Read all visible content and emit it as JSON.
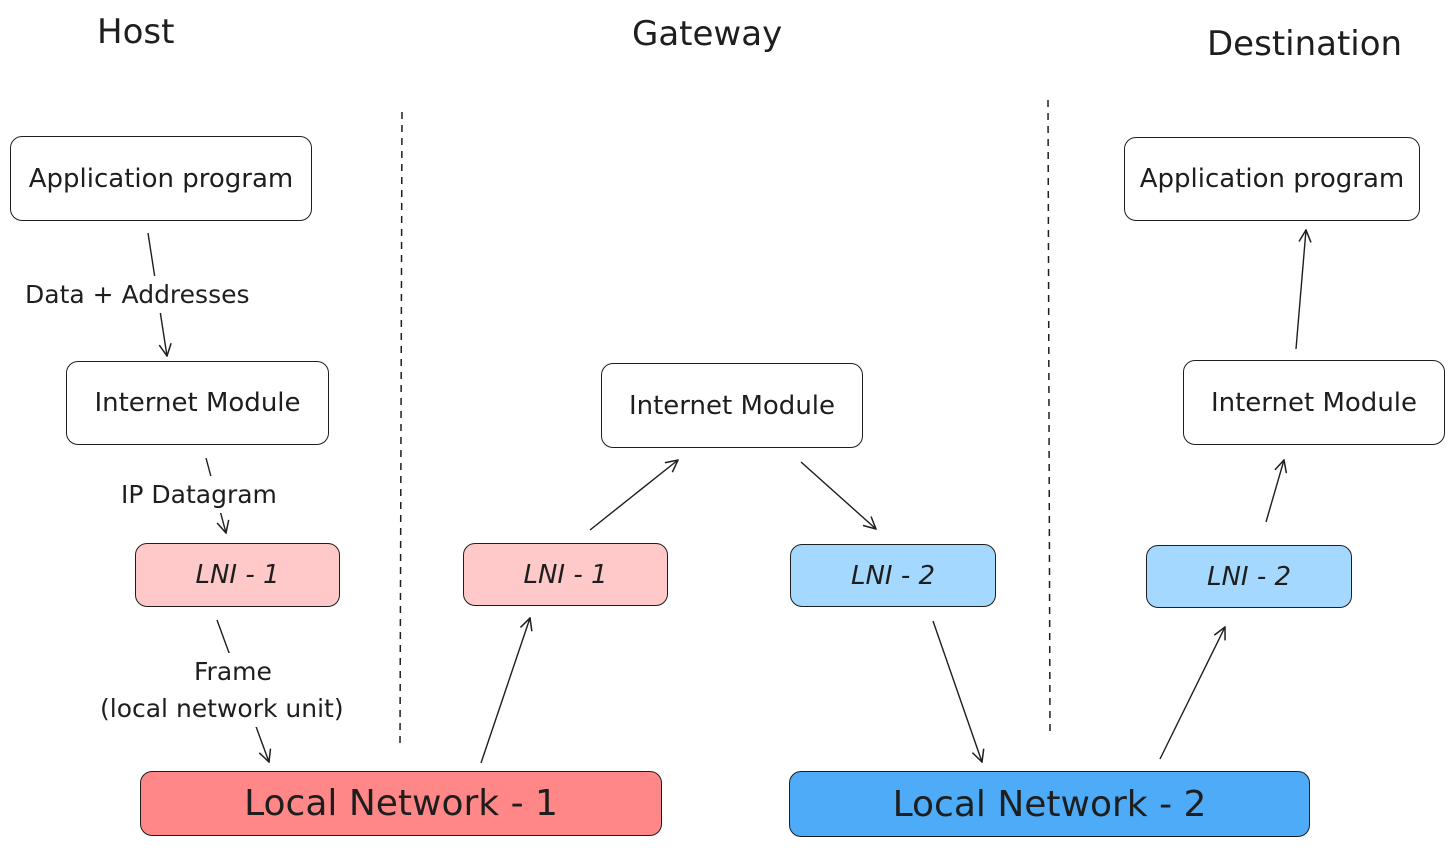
{
  "columns": {
    "host": "Host",
    "gateway": "Gateway",
    "destination": "Destination"
  },
  "host": {
    "app": "Application program",
    "module": "Internet Module",
    "lni": "LNI - 1",
    "edge_app_module": "Data + Addresses",
    "edge_module_lni": "IP Datagram",
    "edge_lni_network_line1": "Frame",
    "edge_lni_network_line2": "(local network unit)"
  },
  "gateway": {
    "module": "Internet Module",
    "lni_1": "LNI - 1",
    "lni_2": "LNI - 2"
  },
  "destination": {
    "app": "Application program",
    "module": "Internet Module",
    "lni": "LNI - 2"
  },
  "networks": {
    "net1": "Local Network - 1",
    "net2": "Local Network - 2"
  },
  "colors": {
    "lni_1_fill": "#ffc9c9",
    "lni_2_fill": "#a5d8ff",
    "net1_fill": "#ff8787",
    "net2_fill": "#4dabf7",
    "stroke": "#1e1e1e"
  }
}
